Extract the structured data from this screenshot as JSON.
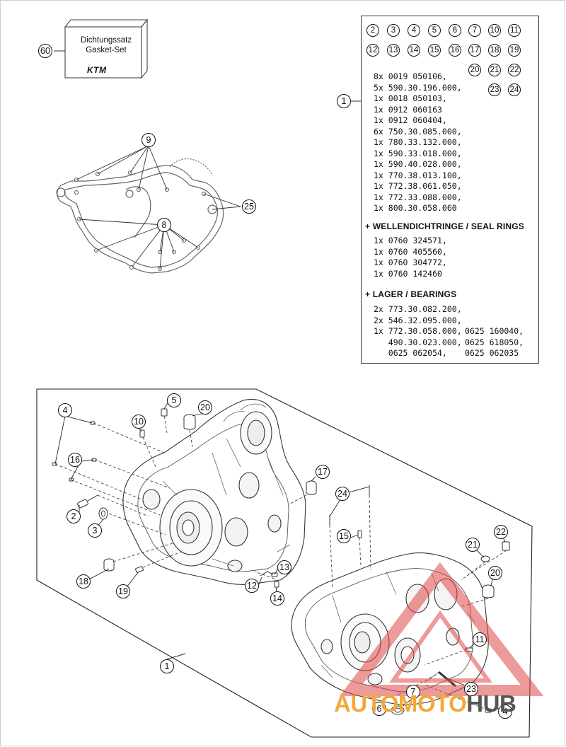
{
  "gasket_set": {
    "callout": "60",
    "line1": "Dichtungssatz",
    "line2": "Gasket-Set",
    "logo": "KTM"
  },
  "cover_gasket": {
    "callouts": [
      "9",
      "8",
      "25"
    ]
  },
  "parts_panel": {
    "callout": "1",
    "circled_row1": [
      "2",
      "3",
      "4",
      "5",
      "6",
      "7",
      "10",
      "11"
    ],
    "circled_row2": [
      "12",
      "13",
      "14",
      "15",
      "16",
      "17",
      "18",
      "19"
    ],
    "circled_row3": [
      "20",
      "21",
      "22"
    ],
    "circled_row4": [
      "23",
      "24"
    ],
    "parts": [
      "8x 0019 050106,",
      "5x 590.30.196.000,",
      "1x 0018 050103,",
      "1x 0912 060163",
      "1x 0912 060404,",
      "6x 750.30.085.000,",
      "1x 780.33.132.000,",
      "1x 590.33.018.000,",
      "1x 590.40.028.000,",
      "1x 770.38.013.100,",
      "1x 772.38.061.050,",
      "1x 772.33.088.000,",
      "1x 800.30.058.060"
    ],
    "seal_heading": "+ WELLENDICHTRINGE / SEAL RINGS",
    "seals": [
      "1x 0760 324571,",
      "1x 0760 405560,",
      "1x 0760 304772,",
      "1x 0760 142460"
    ],
    "bearing_heading": "+ LAGER / BEARINGS",
    "bearings_left": [
      "2x 773.30.082.200,",
      "2x 546.32.095.000,",
      "1x 772.30.058.000,",
      "   490.30.023.000,",
      "   0625 062054,"
    ],
    "bearings_right": [
      "0625 160040,",
      "0625 618050,",
      "0625 062035"
    ]
  },
  "crankcase_callouts": {
    "c4a": "4",
    "c5": "5",
    "c20a": "20",
    "c10": "10",
    "c16": "16",
    "c2": "2",
    "c3": "3",
    "c18": "18",
    "c19": "19",
    "c17": "17",
    "c24": "24",
    "c15": "15",
    "c13": "13",
    "c12": "12",
    "c14": "14",
    "c22": "22",
    "c21": "21",
    "c20b": "20",
    "c11": "11",
    "c23": "23",
    "c7": "7",
    "c6": "6",
    "c4b": "4",
    "c1": "1"
  },
  "watermark": {
    "part1": "AUTOMOTO",
    "part2": "HUB",
    "color_accent": "#f2a93b",
    "color_dark": "#555555",
    "triangle_color": "#e04848"
  }
}
